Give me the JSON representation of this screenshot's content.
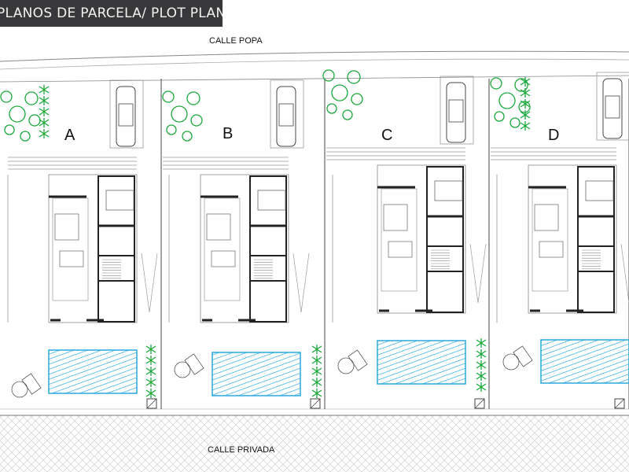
{
  "title": "PLANOS DE PARCELA/ PLOT PLANE",
  "streets": {
    "top": "CALLE POPA",
    "bottom": "CALLE PRIVADA"
  },
  "plots": [
    {
      "label": "A"
    },
    {
      "label": "B"
    },
    {
      "label": "C"
    },
    {
      "label": "D"
    }
  ],
  "colors": {
    "pool": "#29a9e0",
    "vegetation": "#1aa83a",
    "lines": "#555555",
    "walls": "#222222",
    "title_bg": "#38373a"
  }
}
